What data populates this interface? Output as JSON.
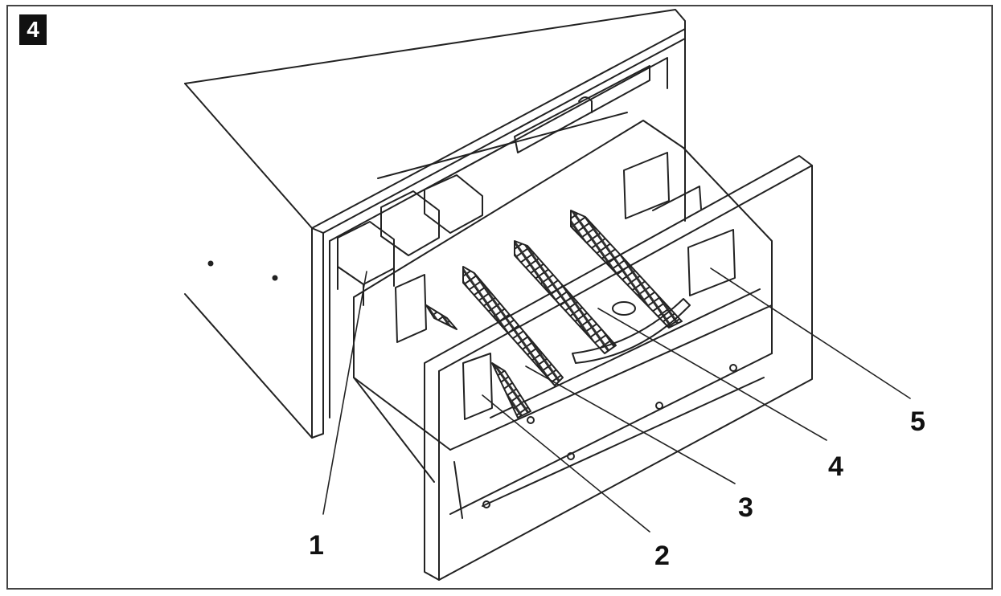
{
  "figure": {
    "number": "4"
  },
  "callouts": [
    {
      "id": "1",
      "label": "1"
    },
    {
      "id": "2",
      "label": "2"
    },
    {
      "id": "3",
      "label": "3"
    },
    {
      "id": "4",
      "label": "4"
    },
    {
      "id": "5",
      "label": "5"
    }
  ],
  "colors": {
    "line": "#222222",
    "hatch": "#333333",
    "background": "#ffffff"
  }
}
